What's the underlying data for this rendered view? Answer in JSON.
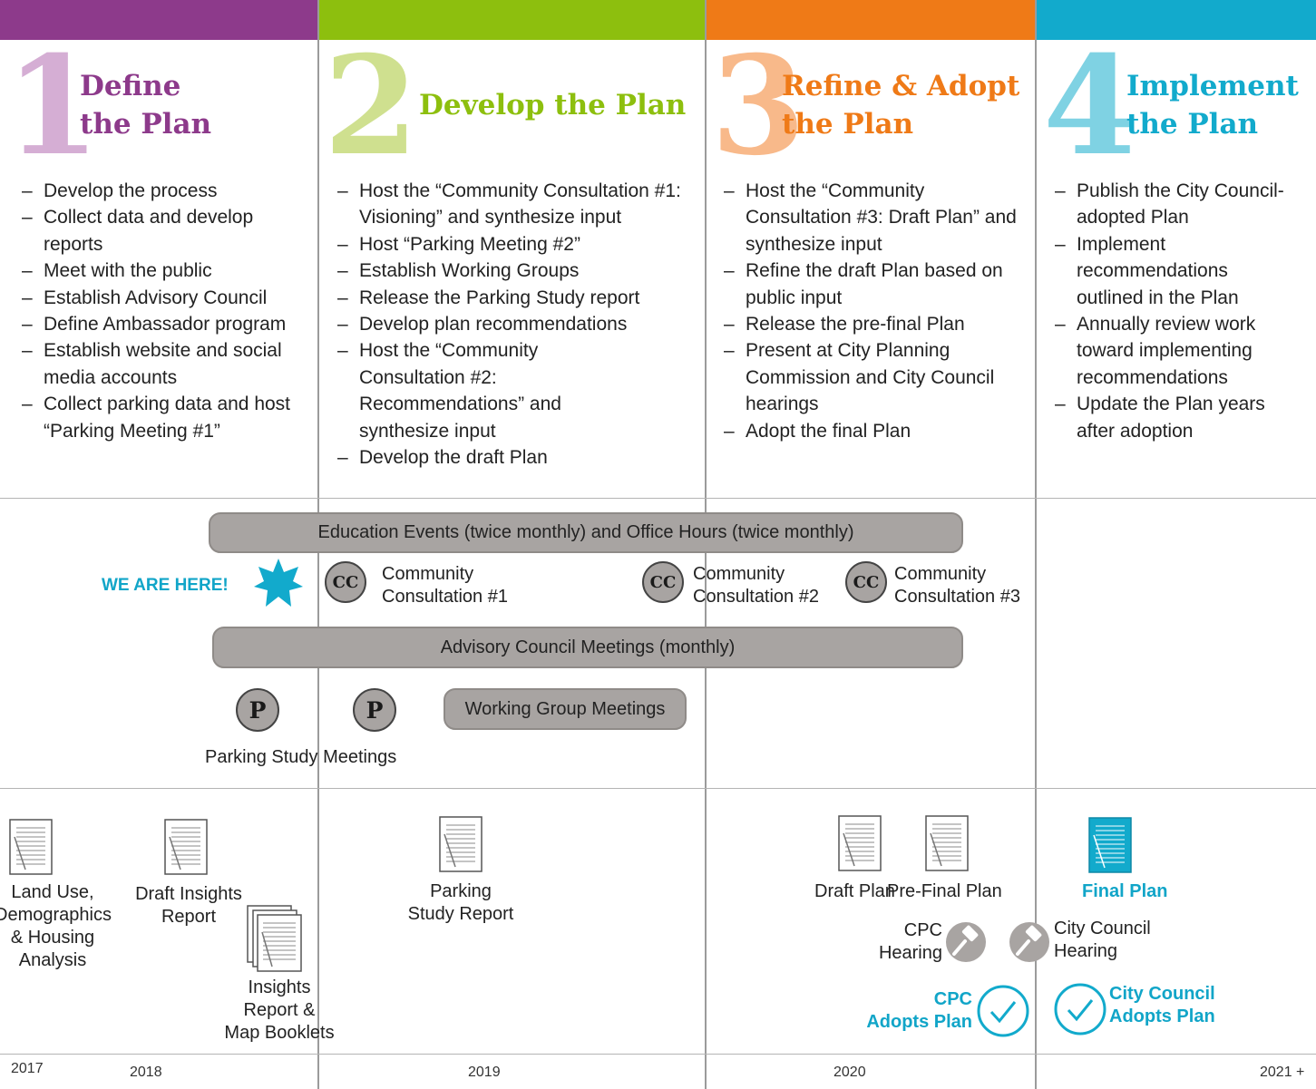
{
  "colors": {
    "phase1": "#8d3a8b",
    "phase1_light": "#d5aed4",
    "phase2": "#8dbf0e",
    "phase2_light": "#cfe08f",
    "phase3": "#ef7a17",
    "phase3_light": "#f8b98a",
    "phase4": "#12aacc",
    "phase4_light": "#7fd2e3",
    "pill": "#a8a4a2",
    "highlight": "#11a5c8"
  },
  "phases": [
    {
      "number": "1",
      "title_line1": "Define",
      "title_line2": "the Plan",
      "items": [
        "Develop the process",
        "Collect data and develop reports",
        "Meet with the public",
        "Establish Advisory Council",
        "Define Ambassador program",
        "Establish website and social media accounts",
        "Collect parking data and host “Parking Meeting #1”"
      ]
    },
    {
      "number": "2",
      "title_line1": "Develop the Plan",
      "items": [
        "Host the “Community Consultation #1: Visioning” and synthesize input",
        "Host “Parking Meeting #2”",
        "Establish Working Groups",
        "Release the Parking Study report",
        "Develop plan recommendations",
        "Host the “Community Consultation #2: Recommendations” and synthesize input",
        "Develop the draft Plan"
      ]
    },
    {
      "number": "3",
      "title_line1": "Refine & Adopt",
      "title_line2": "the Plan",
      "items": [
        "Host the “Community Consultation #3: Draft Plan” and synthesize input",
        "Refine the draft Plan based on public input",
        "Release the pre-final Plan",
        "Present at City Planning Commission and City Council hearings",
        "Adopt the final Plan"
      ]
    },
    {
      "number": "4",
      "title_line1": "Implement",
      "title_line2": "the Plan",
      "items": [
        "Publish the City Council-adopted Plan",
        "Implement recommendations outlined in the Plan",
        "Annually review work toward implementing recommendations",
        "Update the Plan years after adoption"
      ]
    }
  ],
  "events": {
    "education": "Education Events (twice monthly) and Office Hours (twice monthly)",
    "we_are_here": "WE ARE HERE!",
    "cc_badge": "CC",
    "cc1": [
      "Community",
      "Consultation #1"
    ],
    "cc2": [
      "Community",
      "Consultation #2"
    ],
    "cc3": [
      "Community",
      "Consultation #3"
    ],
    "advisory": "Advisory Council Meetings (monthly)",
    "p_badge": "P",
    "working_group": "Working Group Meetings",
    "parking_study": "Parking Study Meetings"
  },
  "deliverables": {
    "land_use": [
      "Land Use,",
      "Demographics",
      "& Housing",
      "Analysis"
    ],
    "draft_insights": [
      "Draft Insights",
      "Report"
    ],
    "insights": [
      "Insights",
      "Report &",
      "Map Booklets"
    ],
    "parking_report": [
      "Parking",
      "Study Report"
    ],
    "draft_plan": "Draft Plan",
    "prefinal_plan": "Pre-Final Plan",
    "final_plan": "Final Plan",
    "cpc_hearing": [
      "CPC",
      "Hearing"
    ],
    "council_hearing": [
      "City Council",
      "Hearing"
    ],
    "cpc_adopts": [
      "CPC",
      "Adopts Plan"
    ],
    "council_adopts": [
      "City Council",
      "Adopts Plan"
    ]
  },
  "years": [
    "2017",
    "2018",
    "2019",
    "2020",
    "2021 +"
  ]
}
